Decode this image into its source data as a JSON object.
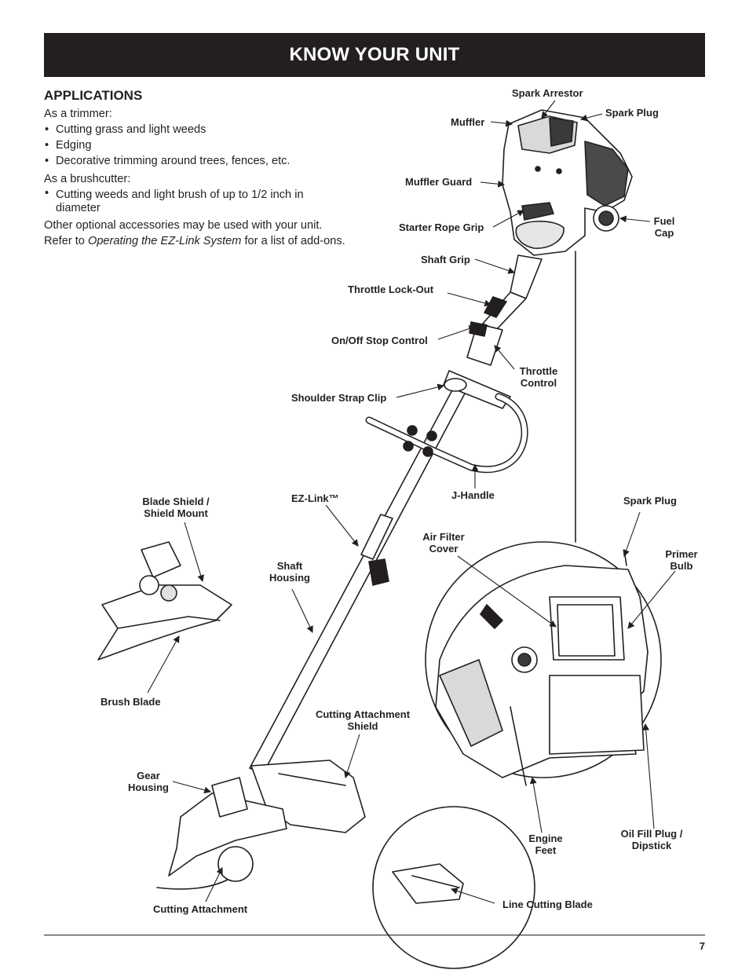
{
  "header": {
    "title": "KNOW YOUR UNIT"
  },
  "applications": {
    "heading": "APPLICATIONS",
    "trimmer_lead": "As a trimmer:",
    "trimmer_items": [
      "Cutting grass and light weeds",
      "Edging",
      "Decorative trimming around trees, fences, etc."
    ],
    "brushcutter_lead": "As a brushcutter:",
    "brushcutter_items": [
      "Cutting weeds and light brush of up to 1/2 inch in diameter"
    ],
    "note_line1": "Other optional accessories may be used with your unit.",
    "note_prefix": "Refer to ",
    "note_italic": "Operating the EZ-Link System",
    "note_suffix": " for a list of add-ons."
  },
  "labels": {
    "spark_arrestor": "Spark Arrestor",
    "muffler": "Muffler",
    "spark_plug_top": "Spark Plug",
    "muffler_guard": "Muffler Guard",
    "fuel_cap_1": "Fuel",
    "fuel_cap_2": "Cap",
    "starter_rope_grip": "Starter Rope Grip",
    "shaft_grip": "Shaft Grip",
    "throttle_lockout": "Throttle Lock-Out",
    "onoff_stop_control": "On/Off Stop Control",
    "throttle_control_1": "Throttle",
    "throttle_control_2": "Control",
    "shoulder_strap_clip": "Shoulder Strap Clip",
    "blade_shield_1": "Blade Shield /",
    "blade_shield_2": "Shield Mount",
    "ez_link": "EZ-Link™",
    "j_handle": "J-Handle",
    "spark_plug_detail": "Spark Plug",
    "air_filter_1": "Air Filter",
    "air_filter_2": "Cover",
    "primer_bulb_1": "Primer",
    "primer_bulb_2": "Bulb",
    "shaft_housing_1": "Shaft",
    "shaft_housing_2": "Housing",
    "brush_blade": "Brush Blade",
    "cutting_attachment_shield_1": "Cutting Attachment",
    "cutting_attachment_shield_2": "Shield",
    "gear_housing_1": "Gear",
    "gear_housing_2": "Housing",
    "engine_feet_1": "Engine",
    "engine_feet_2": "Feet",
    "oil_fill_plug_1": "Oil Fill Plug /",
    "oil_fill_plug_2": "Dipstick",
    "line_cutting_blade": "Line Cutting Blade",
    "cutting_attachment": "Cutting Attachment"
  },
  "footer": {
    "page_number": "7"
  }
}
